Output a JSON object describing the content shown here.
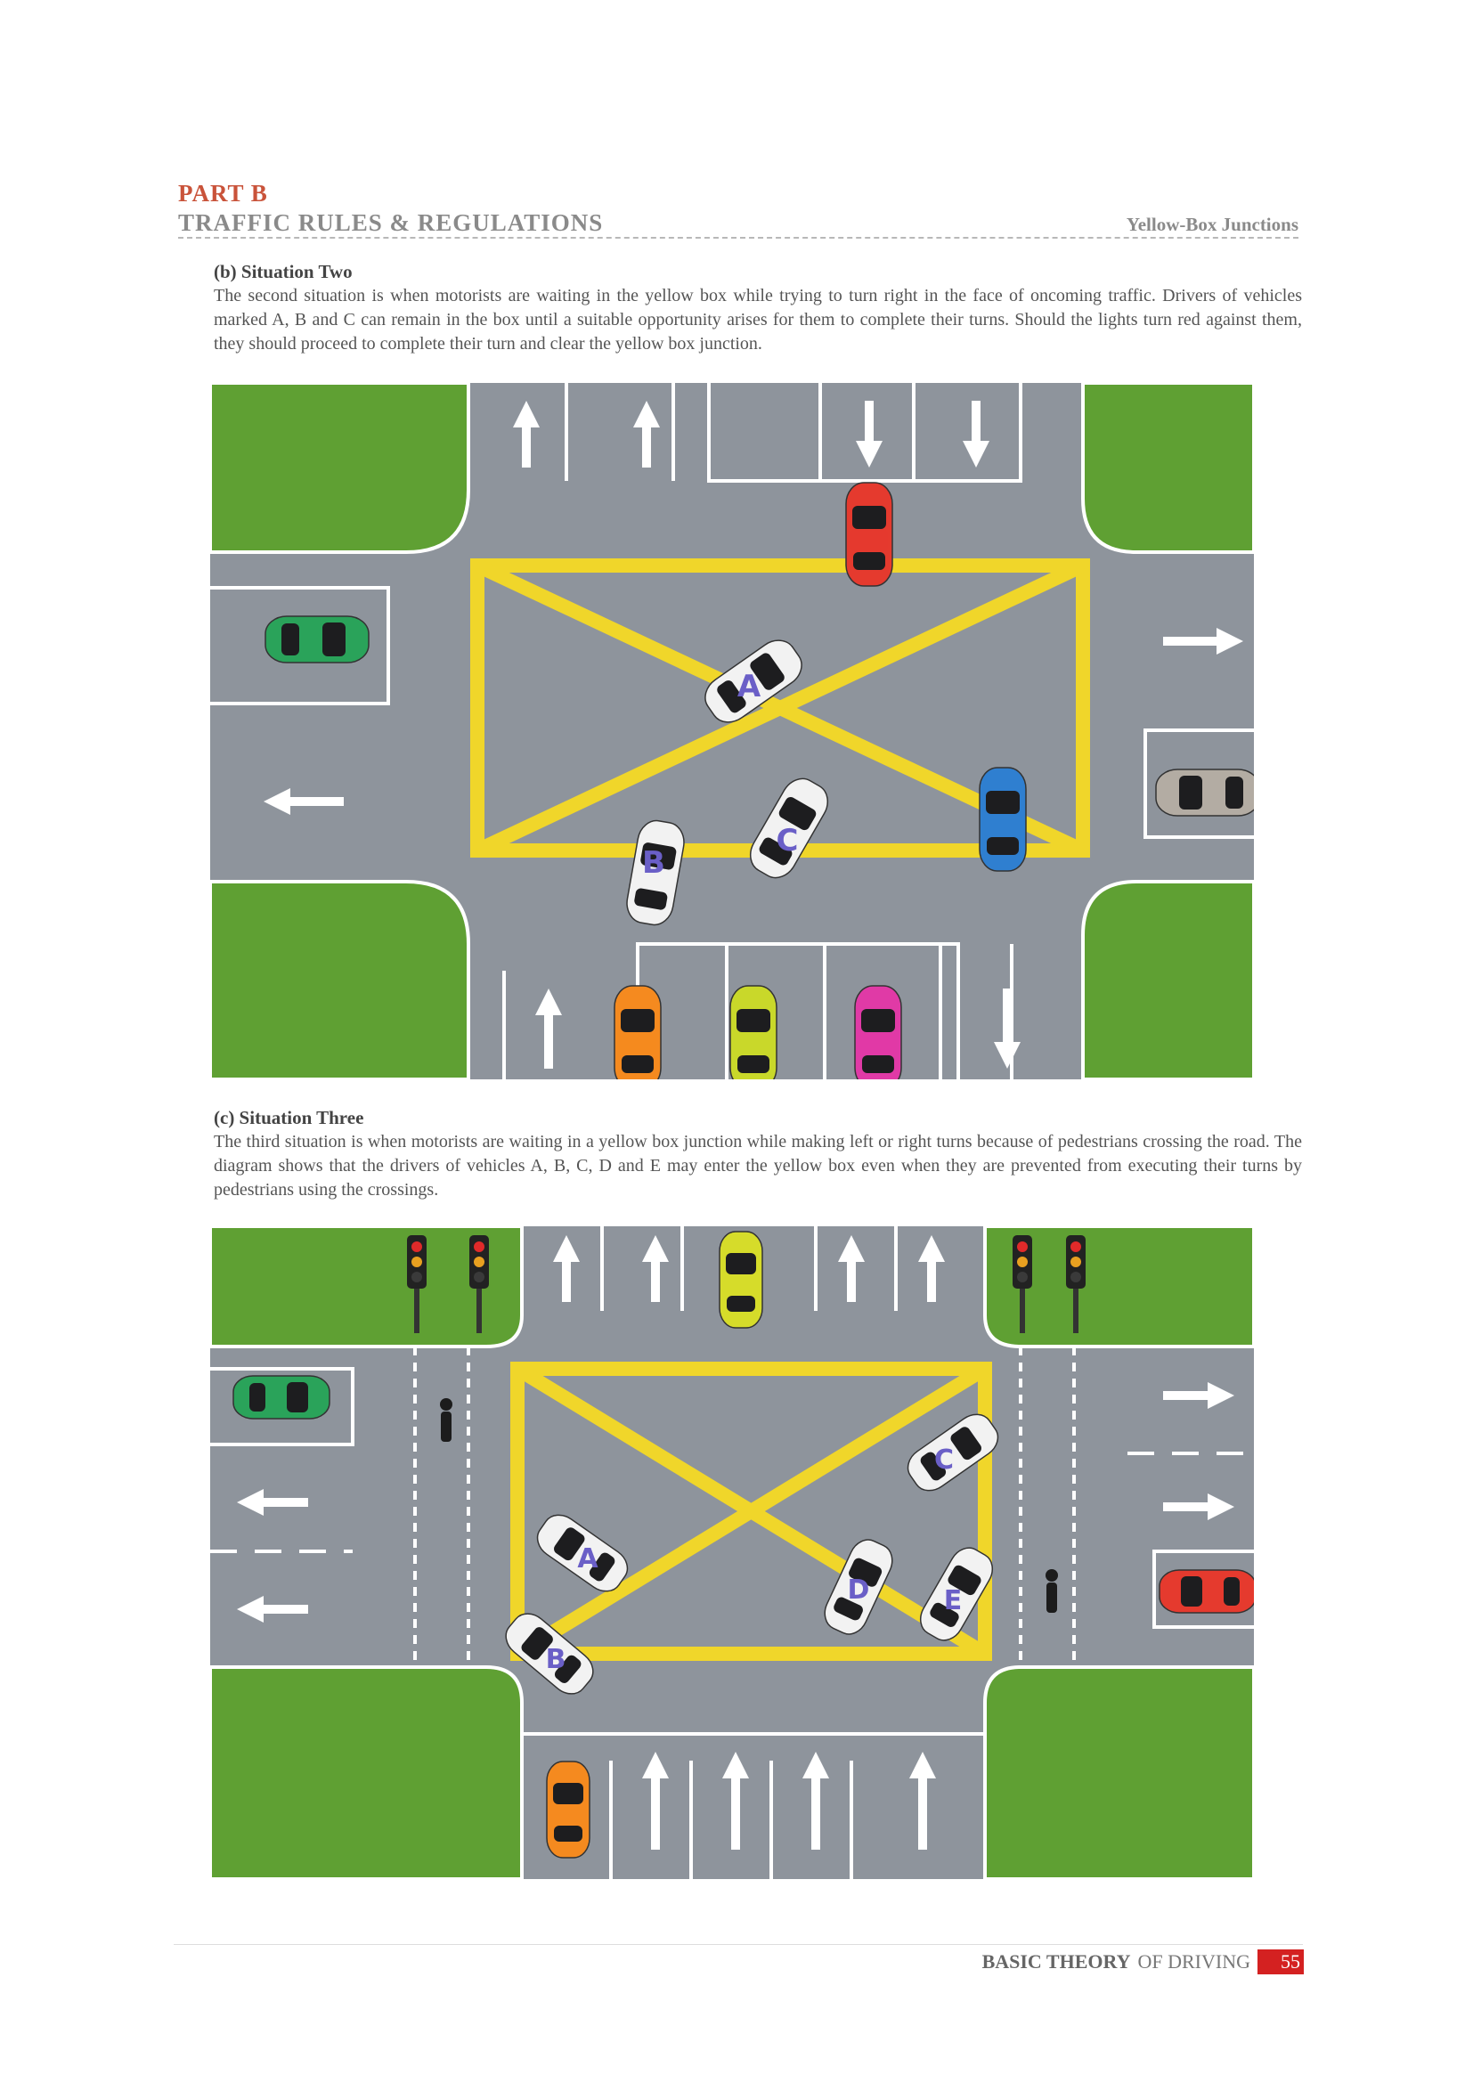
{
  "header": {
    "part": "PART B",
    "section": "TRAFFIC RULES & REGULATIONS",
    "topic": "Yellow-Box Junctions"
  },
  "situation_two": {
    "heading": "(b)  Situation Two",
    "body": "The second situation is when motorists are waiting in the yellow box while trying to turn right in the face of oncoming traffic. Drivers of vehicles marked A, B and C can remain in the box until a suitable opportunity arises for them to complete their turns. Should the lights turn red against them, they should proceed to complete their turn and clear the yellow box junction.",
    "car_labels": [
      "A",
      "B",
      "C"
    ]
  },
  "situation_three": {
    "heading": "(c)  Situation Three",
    "body": "The third situation is when motorists are waiting in a yellow box junction while making left or right turns because of pedestrians crossing the road. The diagram shows that the drivers of vehicles A, B, C, D and E may enter the yellow box even when they are prevented from executing their turns by pedestrians using the crossings.",
    "car_labels": [
      "A",
      "B",
      "C",
      "D",
      "E"
    ]
  },
  "footer": {
    "title_bold": "BASIC THEORY",
    "title_rest": "OF DRIVING",
    "page": "55"
  },
  "colors": {
    "part_red": "#c9533a",
    "header_gray": "#8a8a8a",
    "road": "#8e949c",
    "grass": "#5fa033",
    "box_yellow": "#f0d62a",
    "page_badge": "#d42121",
    "car_label": "#6a5fc7"
  }
}
